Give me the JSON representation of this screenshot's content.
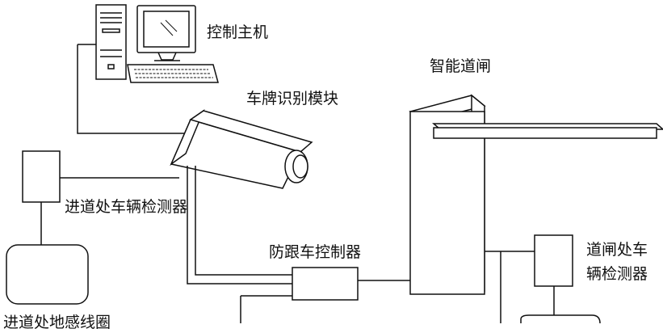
{
  "labels": {
    "control_host": "控制主机",
    "plate_recognition_module": "车牌识别模块",
    "smart_gate": "智能道闸",
    "entry_vehicle_detector": "进道处车辆检测器",
    "anti_tailgating_controller": "防跟车控制器",
    "gate_vehicle_detector_line1": "道闸处车",
    "gate_vehicle_detector_line2": "辆检测器",
    "entry_ground_loop": "进道处地感线圈"
  }
}
